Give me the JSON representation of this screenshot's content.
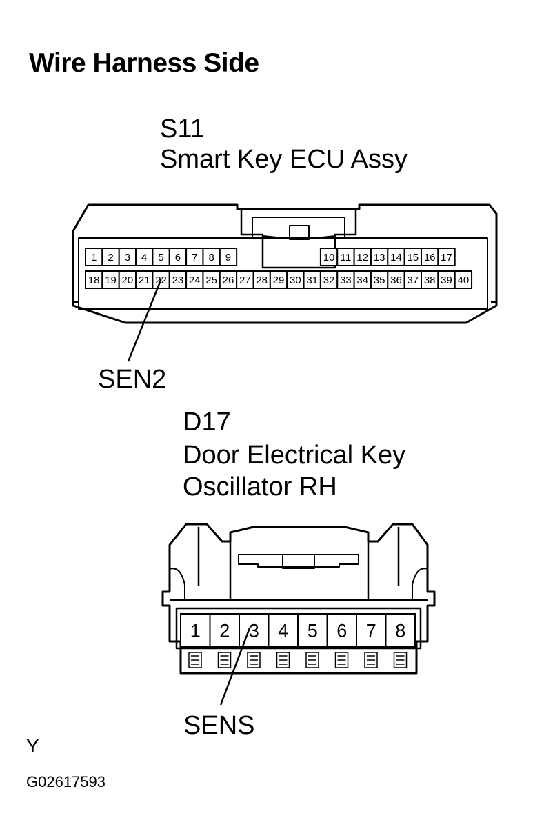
{
  "title": "Wire Harness Side",
  "connectors": [
    {
      "code": "S11",
      "name_lines": [
        "Smart Key ECU Assy"
      ],
      "pins_top": [
        "1",
        "2",
        "3",
        "4",
        "5",
        "6",
        "7",
        "8",
        "9",
        "10",
        "11",
        "12",
        "13",
        "14",
        "15",
        "16",
        "17"
      ],
      "pins_bottom": [
        "18",
        "19",
        "20",
        "21",
        "22",
        "23",
        "24",
        "25",
        "26",
        "27",
        "28",
        "29",
        "30",
        "31",
        "32",
        "33",
        "34",
        "35",
        "36",
        "37",
        "38",
        "39",
        "40"
      ],
      "callout_pin": "22",
      "callout_label": "SEN2"
    },
    {
      "code": "D17",
      "name_lines": [
        "Door Electrical Key",
        "Oscillator RH"
      ],
      "pins": [
        "1",
        "2",
        "3",
        "4",
        "5",
        "6",
        "7",
        "8"
      ],
      "callout_pin": "3",
      "callout_label": "SENS"
    }
  ],
  "footer": {
    "letter": "Y",
    "figure_code": "G02617593"
  }
}
